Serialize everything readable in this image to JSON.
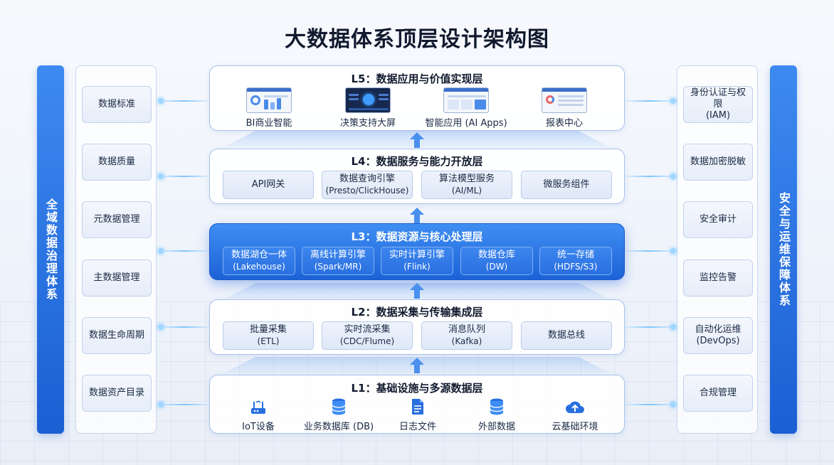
{
  "title": "大数据体系顶层设计架构图",
  "left_bar": "全域数据治理体系",
  "right_bar": "安全与运维保障体系",
  "left_items": [
    "数据标准",
    "数据质量",
    "元数据管理",
    "主数据管理",
    "数据生命周期",
    "数据资产目录"
  ],
  "right_items": [
    {
      "line1": "身份认证与权限",
      "line2": "(IAM)"
    },
    {
      "line1": "数据加密脱敏",
      "line2": ""
    },
    {
      "line1": "安全审计",
      "line2": ""
    },
    {
      "line1": "监控告警",
      "line2": ""
    },
    {
      "line1": "自动化运维",
      "line2": "(DevOps)"
    },
    {
      "line1": "合规管理",
      "line2": ""
    }
  ],
  "layers": {
    "l5": {
      "title": "L5：数据应用与价值实现层",
      "items": [
        "BI商业智能",
        "决策支持大屏",
        "智能应用 (AI Apps)",
        "报表中心"
      ],
      "icons": [
        "dashboard-screenshot-icon",
        "big-screen-screenshot-icon",
        "ai-app-screenshot-icon",
        "report-screenshot-icon"
      ]
    },
    "l4": {
      "title": "L4：数据服务与能力开放层",
      "items": [
        {
          "line1": "API网关",
          "line2": ""
        },
        {
          "line1": "数据查询引擎",
          "line2": "(Presto/ClickHouse)"
        },
        {
          "line1": "算法模型服务",
          "line2": "(AI/ML)"
        },
        {
          "line1": "微服务组件",
          "line2": ""
        }
      ]
    },
    "l3": {
      "title": "L3：数据资源与核心处理层",
      "items": [
        {
          "line1": "数据湖仓一体",
          "line2": "(Lakehouse)"
        },
        {
          "line1": "离线计算引擎",
          "line2": "(Spark/MR)"
        },
        {
          "line1": "实时计算引擎",
          "line2": "(Flink)"
        },
        {
          "line1": "数据仓库",
          "line2": "(DW)"
        },
        {
          "line1": "统一存储",
          "line2": "(HDFS/S3)"
        }
      ]
    },
    "l2": {
      "title": "L2：数据采集与传输集成层",
      "items": [
        {
          "line1": "批量采集",
          "line2": "(ETL)"
        },
        {
          "line1": "实时流采集",
          "line2": "(CDC/Flume)"
        },
        {
          "line1": "消息队列",
          "line2": "(Kafka)"
        },
        {
          "line1": "数据总线",
          "line2": ""
        }
      ]
    },
    "l1": {
      "title": "L1：基础设施与多源数据层",
      "items": [
        "IoT设备",
        "业务数据库 (DB)",
        "日志文件",
        "外部数据",
        "云基础环境"
      ],
      "icons": [
        "router-icon",
        "database-icon",
        "document-icon",
        "database-icon",
        "cloud-upload-icon"
      ]
    }
  },
  "colors": {
    "accent": "#2a6fe0",
    "accent_light": "#3f8ef3",
    "text": "#1b2a44"
  }
}
